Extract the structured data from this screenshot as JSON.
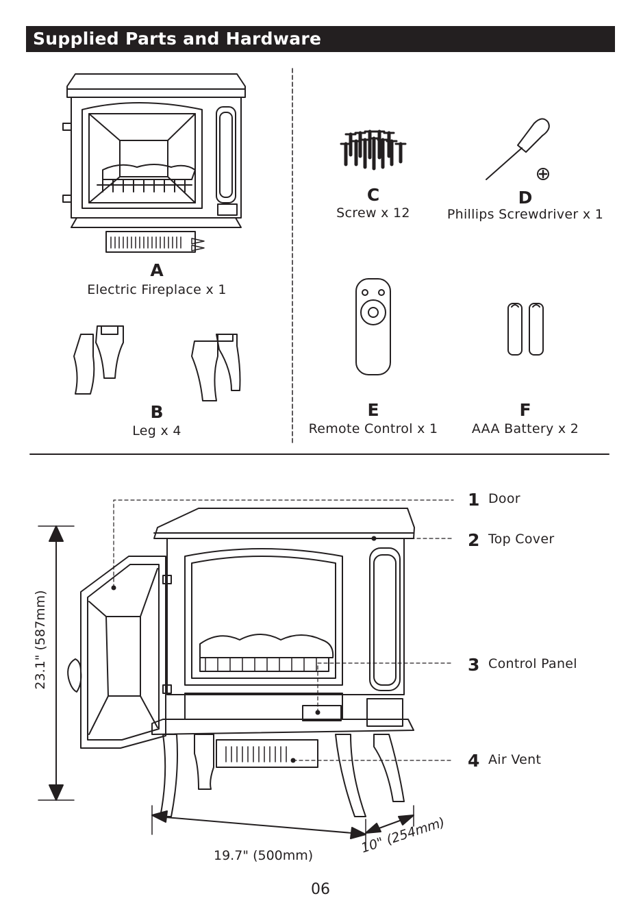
{
  "header": {
    "title": "Supplied Parts and Hardware"
  },
  "parts": [
    {
      "letter": "A",
      "name": "Electric Fireplace x 1"
    },
    {
      "letter": "B",
      "name": "Leg x 4"
    },
    {
      "letter": "C",
      "name": "Screw x 12"
    },
    {
      "letter": "D",
      "name": "Phillips Screwdriver x 1"
    },
    {
      "letter": "E",
      "name": "Remote Control x 1"
    },
    {
      "letter": "F",
      "name": "AAA Battery x 2"
    }
  ],
  "callouts": [
    {
      "num": "1",
      "name": "Door"
    },
    {
      "num": "2",
      "name": "Top Cover"
    },
    {
      "num": "3",
      "name": "Control Panel"
    },
    {
      "num": "4",
      "name": "Air Vent"
    }
  ],
  "dimensions": {
    "height": "23.1\" (587mm)",
    "width": "19.7\" (500mm)",
    "depth": "10\" (254mm)"
  },
  "page_number": "06"
}
